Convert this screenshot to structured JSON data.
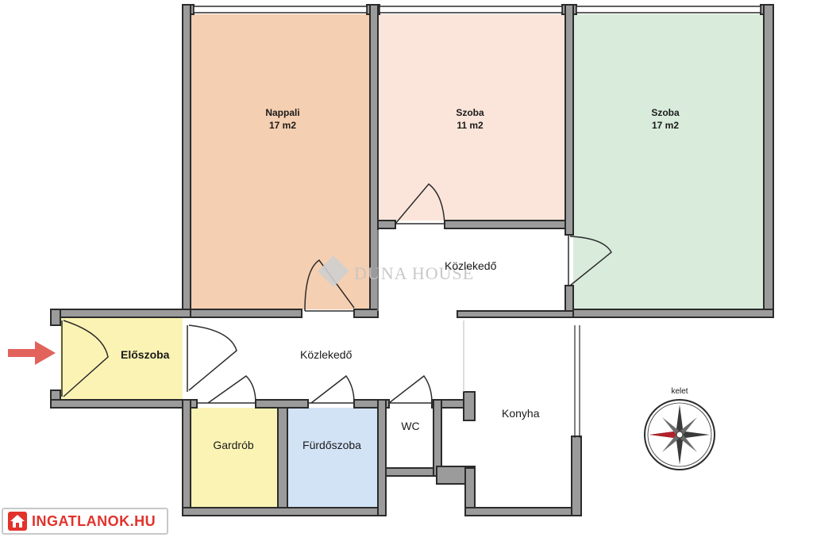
{
  "rooms": {
    "nappali": {
      "name": "Nappali",
      "area": "17 m2"
    },
    "szoba1": {
      "name": "Szoba",
      "area": "11 m2"
    },
    "szoba2": {
      "name": "Szoba",
      "area": "17 m2"
    },
    "kozlekedo_upper": {
      "name": "Közlekedő"
    },
    "kozlekedo_lower": {
      "name": "Közlekedő"
    },
    "eloszoba": {
      "name": "Előszoba"
    },
    "konyha": {
      "name": "Konyha"
    },
    "wc": {
      "name": "WC"
    },
    "gardrob": {
      "name": "Gardrób"
    },
    "furdoszoba": {
      "name": "Fürdőszoba"
    }
  },
  "compass": {
    "label": "kelet"
  },
  "watermark": {
    "text": "DUNA HOUSE"
  },
  "badge": {
    "text": "INGATLANOK.HU"
  },
  "colors": {
    "nappali": "#f5cfb1",
    "szoba1": "#fbe5da",
    "szoba2": "#d9ecdc",
    "eloszoba": "#fbf3b4",
    "gardrob": "#fbf3b4",
    "furdoszoba": "#d3e3f6",
    "wall": "#9b9b9b",
    "arrow": "#e2625c",
    "badge": "#e2322c"
  }
}
